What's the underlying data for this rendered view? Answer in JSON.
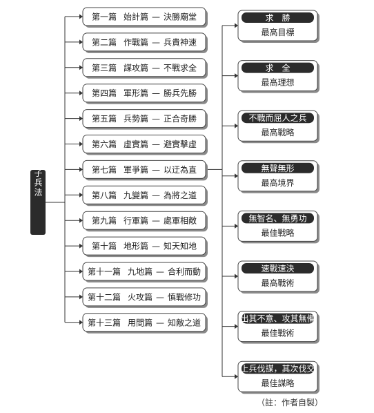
{
  "root": {
    "label": "孫子兵法"
  },
  "chapters": [
    {
      "num": "第一篇",
      "name": "始計篇",
      "summary": "決勝廟堂"
    },
    {
      "num": "第二篇",
      "name": "作戰篇",
      "summary": "兵貴神速"
    },
    {
      "num": "第三篇",
      "name": "謀攻篇",
      "summary": "不戰求全"
    },
    {
      "num": "第四篇",
      "name": "軍形篇",
      "summary": "勝兵先勝"
    },
    {
      "num": "第五篇",
      "name": "兵勢篇",
      "summary": "正合奇勝"
    },
    {
      "num": "第六篇",
      "name": "虛實篇",
      "summary": "避實擊虛"
    },
    {
      "num": "第七篇",
      "name": "軍爭篇",
      "summary": "以迂為直"
    },
    {
      "num": "第八篇",
      "name": "九變篇",
      "summary": "為將之道"
    },
    {
      "num": "第九篇",
      "name": "行軍篇",
      "summary": "處軍相敵"
    },
    {
      "num": "第十篇",
      "name": "地形篇",
      "summary": "知天知地"
    },
    {
      "num": "第十一篇",
      "name": "九地篇",
      "summary": "合利而動"
    },
    {
      "num": "第十二篇",
      "name": "火攻篇",
      "summary": "慎戰修功"
    },
    {
      "num": "第十三篇",
      "name": "用間篇",
      "summary": "知敵之道"
    }
  ],
  "principles": [
    {
      "title": "求　勝",
      "subtitle": "最高目標"
    },
    {
      "title": "求　全",
      "subtitle": "最高理想"
    },
    {
      "title": "不戰而屈人之兵",
      "subtitle": "最高戰略"
    },
    {
      "title": "無聲無形",
      "subtitle": "最高境界"
    },
    {
      "title": "無智名、無勇功",
      "subtitle": "最佳戰略"
    },
    {
      "title": "速戰速決",
      "subtitle": "最高戰術"
    },
    {
      "title": "出其不意、攻其無備",
      "subtitle": "最佳戰術"
    },
    {
      "title": "上兵伐謀，其次伐交",
      "subtitle": "最佳謀略"
    }
  ],
  "note": "（註：作者自製）"
}
